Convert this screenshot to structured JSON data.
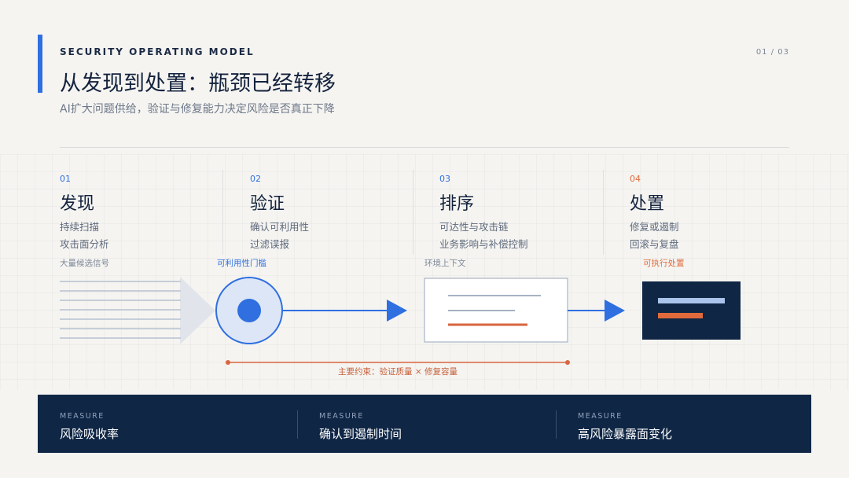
{
  "header": {
    "eyebrow": "SECURITY OPERATING MODEL",
    "page_indicator": "01 / 03",
    "title": "从发现到处置：瓶颈已经转移",
    "subtitle": "AI扩大问题供给，验证与修复能力决定风险是否真正下降"
  },
  "steps": [
    {
      "num": "01",
      "name": "发现",
      "lines": [
        "持续扫描",
        "攻击面分析"
      ]
    },
    {
      "num": "02",
      "name": "验证",
      "lines": [
        "确认可利用性",
        "过滤误报"
      ]
    },
    {
      "num": "03",
      "name": "排序",
      "lines": [
        "可达性与攻击链",
        "业务影响与补偿控制"
      ]
    },
    {
      "num": "04",
      "name": "处置",
      "lines": [
        "修复或遏制",
        "回滚与复盘"
      ]
    }
  ],
  "flow": {
    "labels": [
      "大量候选信号",
      "可利用性门槛",
      "环境上下文",
      "可执行处置"
    ],
    "constraint": "主要约束：验证质量 × 修复容量"
  },
  "measures": [
    {
      "caption": "MEASURE",
      "value": "风险吸收率"
    },
    {
      "caption": "MEASURE",
      "value": "确认到遏制时间"
    },
    {
      "caption": "MEASURE",
      "value": "高风险暴露面变化"
    }
  ],
  "colors": {
    "accent_blue": "#2f6fe0",
    "accent_orange": "#e06a3b",
    "navy": "#0f2645",
    "background": "#f5f4f1"
  }
}
